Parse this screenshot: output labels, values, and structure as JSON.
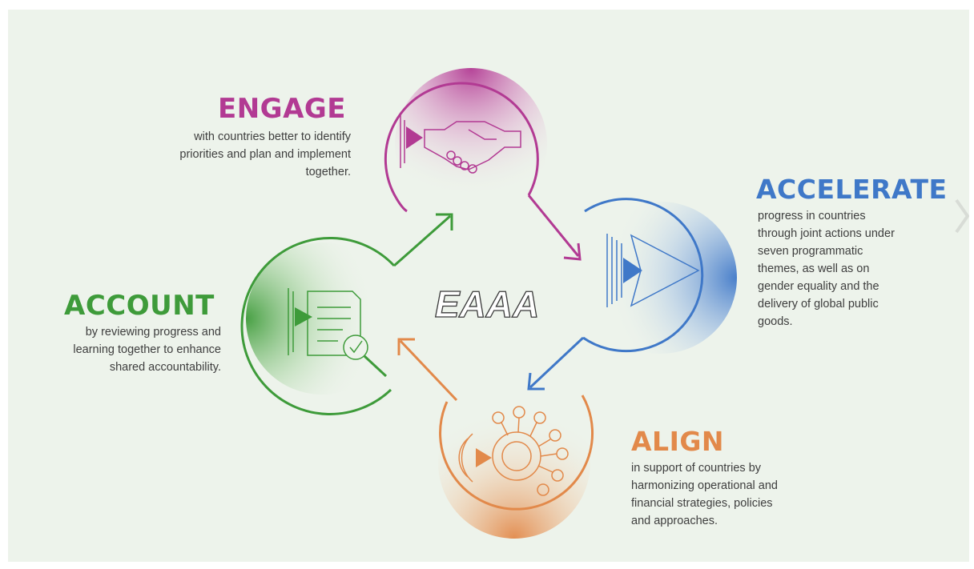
{
  "center_label": "EAAA",
  "colors": {
    "engage": "#b23a93",
    "accelerate": "#3f78c8",
    "align": "#e2894a",
    "account": "#3e9b3a",
    "background": "#edf3eb"
  },
  "sections": {
    "engage": {
      "title": "ENGAGE",
      "lines": [
        "with countries better to identify",
        "priorities and plan and implement",
        "together."
      ],
      "icon": "handshake-icon"
    },
    "accelerate": {
      "title": "ACCELERATE",
      "lines": [
        "progress in countries",
        "through joint actions under",
        "seven programmatic",
        "themes, as well as on",
        "gender equality and the",
        "delivery of global public",
        "goods."
      ],
      "icon": "fast-forward-icon"
    },
    "align": {
      "title": "ALIGN",
      "lines": [
        "in support of countries by",
        "harmonizing operational and",
        "financial strategies, policies",
        "and approaches."
      ],
      "icon": "network-hub-icon"
    },
    "account": {
      "title": "ACCOUNT",
      "lines": [
        "by reviewing progress and",
        "learning together to enhance",
        "shared accountability."
      ],
      "icon": "document-review-icon"
    }
  }
}
